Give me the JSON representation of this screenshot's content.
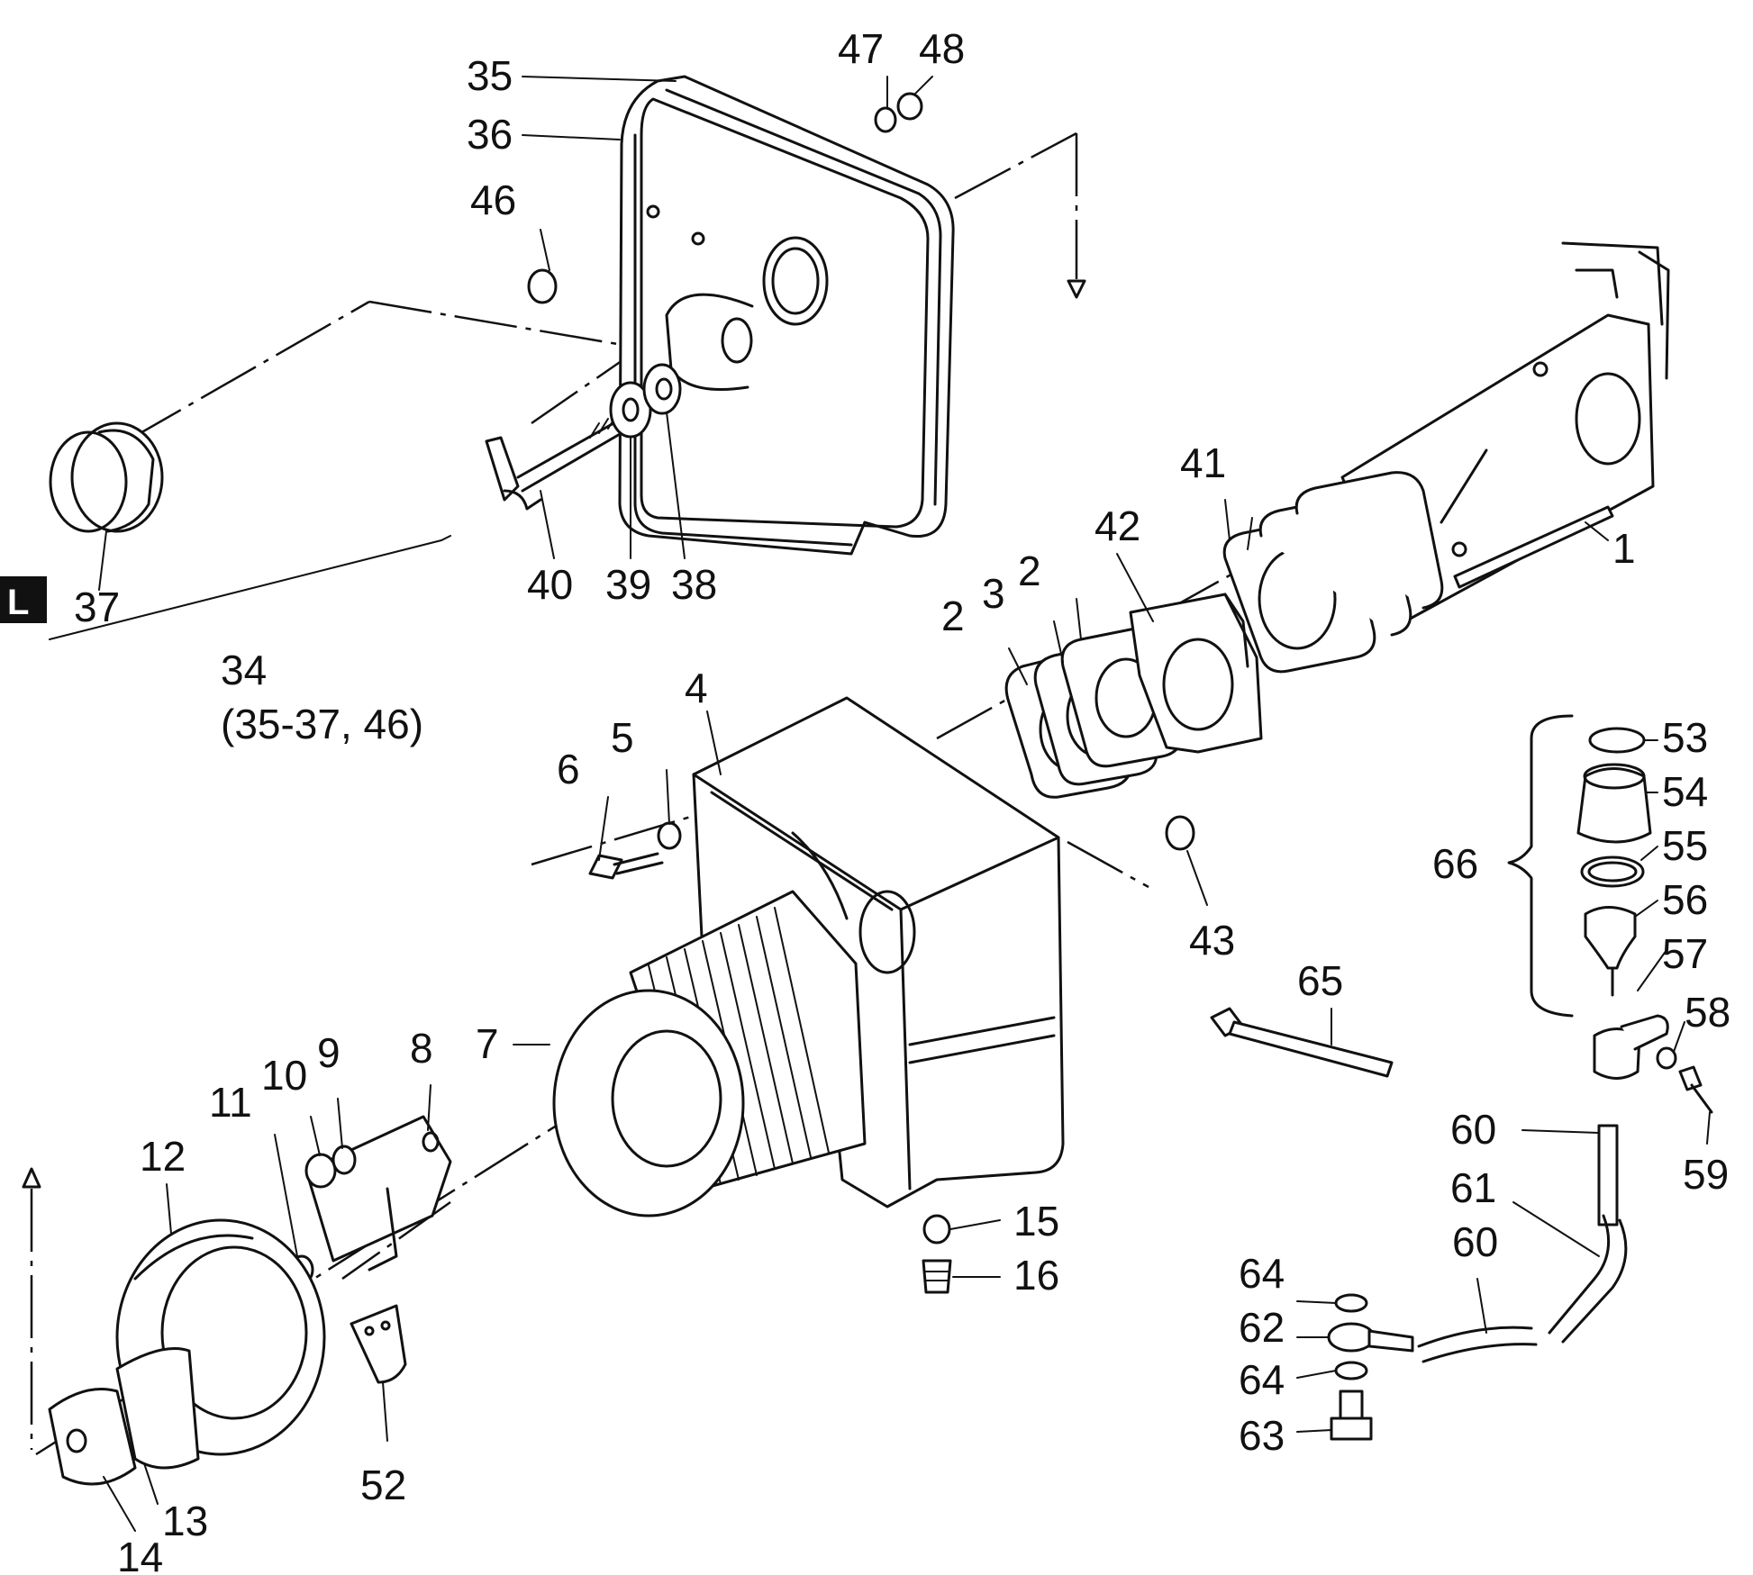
{
  "section_badge": "L",
  "callouts": {
    "p1": "1",
    "p2a": "2",
    "p2b": "2",
    "p3": "3",
    "p4": "4",
    "p5": "5",
    "p6": "6",
    "p7": "7",
    "p8": "8",
    "p9": "9",
    "p10": "10",
    "p11": "11",
    "p12": "12",
    "p13": "13",
    "p14": "14",
    "p15": "15",
    "p16": "16",
    "p34": "34",
    "p34_sub": "(35-37, 46)",
    "p35": "35",
    "p36": "36",
    "p37": "37",
    "p38": "38",
    "p39": "39",
    "p40": "40",
    "p41": "41",
    "p42": "42",
    "p43": "43",
    "p46": "46",
    "p47": "47",
    "p48": "48",
    "p52": "52",
    "p53": "53",
    "p54": "54",
    "p55": "55",
    "p56": "56",
    "p57": "57",
    "p58": "58",
    "p59": "59",
    "p60a": "60",
    "p60b": "60",
    "p61": "61",
    "p62": "62",
    "p63": "63",
    "p64a": "64",
    "p64b": "64",
    "p65": "65",
    "p66": "66"
  }
}
